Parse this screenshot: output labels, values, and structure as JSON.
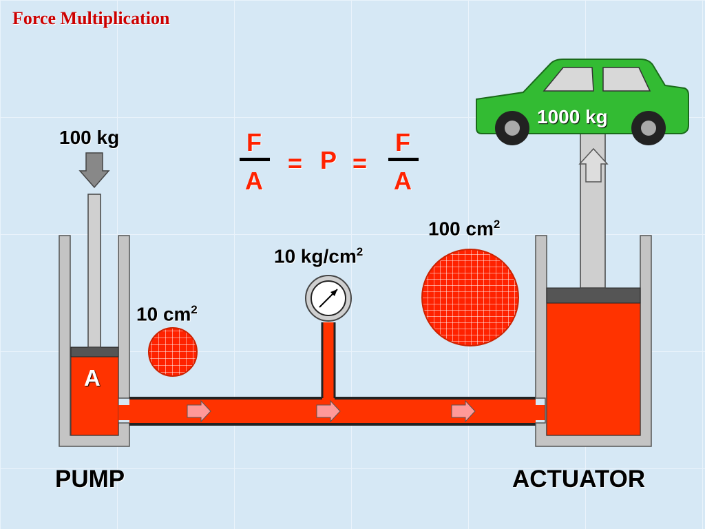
{
  "title": "Force Multiplication",
  "pump": {
    "label": "PUMP",
    "input_weight": "100 kg",
    "area_unit": "cm",
    "area_value": "10",
    "area_exp": "2",
    "piston_letter": "A"
  },
  "actuator": {
    "label": "ACTUATOR",
    "load_weight": "1000 kg",
    "area_value": "100",
    "area_unit": "cm",
    "area_exp": "2"
  },
  "gauge": {
    "value": "10 kg/cm",
    "exp": "2"
  },
  "formula": {
    "left_num": "F",
    "left_den": "A",
    "eq1": "=",
    "middle": "P",
    "eq2": "=",
    "right_num": "F",
    "right_den": "A"
  },
  "colors": {
    "fluid": "#ff3300",
    "cylinder": "#c8c8c8",
    "car": "#33bb33",
    "text_red": "#ff2200",
    "title": "#cc0000"
  }
}
